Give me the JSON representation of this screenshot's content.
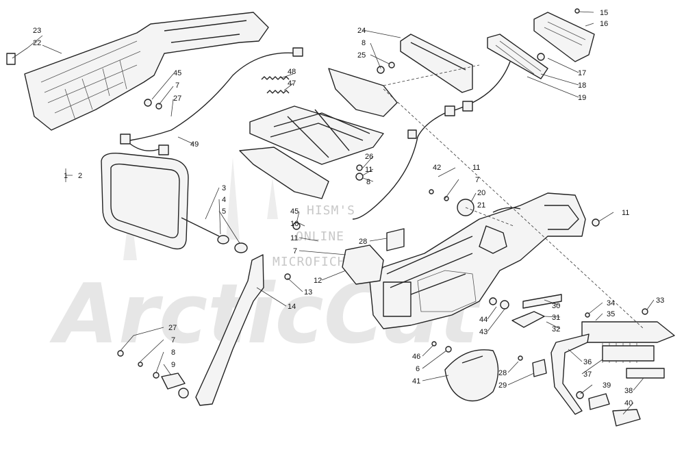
{
  "watermark": {
    "brand": "ArcticCat",
    "line1": "HISM'S",
    "line2": "ONLINE",
    "line3": "MICROFICHE"
  },
  "callouts": [
    {
      "id": "c23",
      "label": "23"
    },
    {
      "id": "c22",
      "label": "22"
    },
    {
      "id": "c45a",
      "label": "45"
    },
    {
      "id": "c7a",
      "label": "7"
    },
    {
      "id": "c27a",
      "label": "27"
    },
    {
      "id": "c49",
      "label": "49"
    },
    {
      "id": "c48",
      "label": "48"
    },
    {
      "id": "c47",
      "label": "47"
    },
    {
      "id": "c24",
      "label": "24"
    },
    {
      "id": "c8a",
      "label": "8"
    },
    {
      "id": "c25",
      "label": "25"
    },
    {
      "id": "c15",
      "label": "15"
    },
    {
      "id": "c16",
      "label": "16"
    },
    {
      "id": "c17",
      "label": "17"
    },
    {
      "id": "c18",
      "label": "18"
    },
    {
      "id": "c19",
      "label": "19"
    },
    {
      "id": "c26",
      "label": "26"
    },
    {
      "id": "c11a",
      "label": "11"
    },
    {
      "id": "c8b",
      "label": "8"
    },
    {
      "id": "c42",
      "label": "42"
    },
    {
      "id": "c11b",
      "label": "11"
    },
    {
      "id": "c7b",
      "label": "7"
    },
    {
      "id": "c20",
      "label": "20"
    },
    {
      "id": "c21",
      "label": "21"
    },
    {
      "id": "c11c",
      "label": "11"
    },
    {
      "id": "c1",
      "label": "1"
    },
    {
      "id": "c2",
      "label": "2"
    },
    {
      "id": "c3",
      "label": "3"
    },
    {
      "id": "c4",
      "label": "4"
    },
    {
      "id": "c5",
      "label": "5"
    },
    {
      "id": "c45b",
      "label": "45"
    },
    {
      "id": "c10",
      "label": "10"
    },
    {
      "id": "c28a",
      "label": "28"
    },
    {
      "id": "c11d",
      "label": "11"
    },
    {
      "id": "c7c",
      "label": "7"
    },
    {
      "id": "c12",
      "label": "12"
    },
    {
      "id": "c13",
      "label": "13"
    },
    {
      "id": "c14",
      "label": "14"
    },
    {
      "id": "c30",
      "label": "30"
    },
    {
      "id": "c31",
      "label": "31"
    },
    {
      "id": "c32",
      "label": "32"
    },
    {
      "id": "c34",
      "label": "34"
    },
    {
      "id": "c35",
      "label": "35"
    },
    {
      "id": "c33",
      "label": "33"
    },
    {
      "id": "c44",
      "label": "44"
    },
    {
      "id": "c43",
      "label": "43"
    },
    {
      "id": "c46",
      "label": "46"
    },
    {
      "id": "c6",
      "label": "6"
    },
    {
      "id": "c41",
      "label": "41"
    },
    {
      "id": "c28b",
      "label": "28"
    },
    {
      "id": "c29",
      "label": "29"
    },
    {
      "id": "c36",
      "label": "36"
    },
    {
      "id": "c37",
      "label": "37"
    },
    {
      "id": "c39",
      "label": "39"
    },
    {
      "id": "c38",
      "label": "38"
    },
    {
      "id": "c40",
      "label": "40"
    },
    {
      "id": "c27b",
      "label": "27"
    },
    {
      "id": "c7d",
      "label": "7"
    },
    {
      "id": "c8c",
      "label": "8"
    },
    {
      "id": "c9",
      "label": "9"
    }
  ]
}
